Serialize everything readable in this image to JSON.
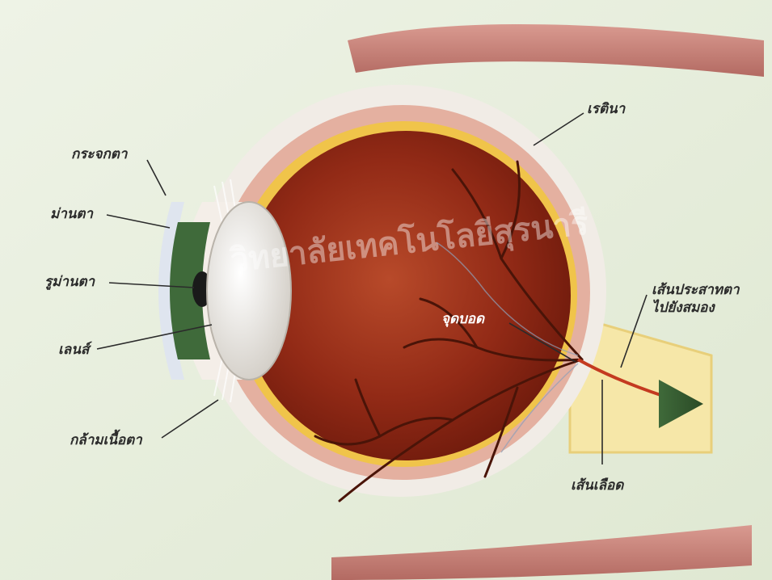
{
  "labels": {
    "cornea": "กระจกตา",
    "iris": "ม่านตา",
    "pupil": "รูม่านตา",
    "lens": "เลนส์",
    "ciliary_muscle": "กล้ามเนื้อตา",
    "retina": "เรตินา",
    "blind_spot": "จุดบอด",
    "optic_nerve_line1": "เส้นประสาทตา",
    "optic_nerve_line2": "ไปยังสมอง",
    "blood_vessel": "เส้นเลือด"
  },
  "watermark": {
    "text": "วิทยาลัยเทคโนโลยีสุรนารี"
  },
  "colors": {
    "background": "#e9efe0",
    "sclera": "#f1ece6",
    "choroid": "#e4b0a0",
    "retina_layer": "#f0c44a",
    "vitreous": "#8c2614",
    "iris": "#3f6a3a",
    "lens": "#e8e6e0",
    "optic_nerve": "#f6e7a8",
    "vessel": "#4a1408",
    "muscle": "#c97a72",
    "label_text": "#2b2b2b"
  }
}
